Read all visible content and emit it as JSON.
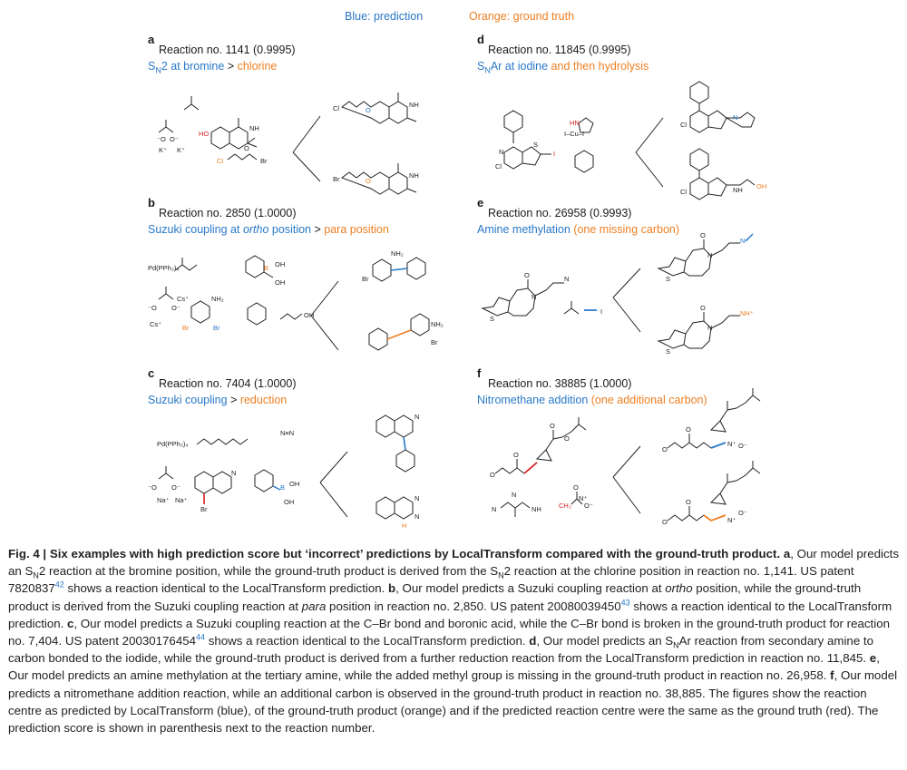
{
  "legend": {
    "prediction": "Blue: prediction",
    "truth": "Orange: ground truth"
  },
  "panels": {
    "a": {
      "letter": "a",
      "title": "Reaction no. 1141 (0.9995)",
      "pred": "at bromine",
      "sep": " > ",
      "truth": "chlorine"
    },
    "b": {
      "letter": "b",
      "title": "Reaction no. 2850 (1.0000)",
      "pred_pre": "Suzuki coupling at ",
      "pred_em": "ortho",
      "pred_post": " position",
      "sep": " > ",
      "truth": "para position"
    },
    "c": {
      "letter": "c",
      "title": "Reaction no. 7404 (1.0000)",
      "pred": "Suzuki coupling",
      "sep": " > ",
      "truth": "reduction"
    },
    "d": {
      "letter": "d",
      "title": "Reaction no. 11845 (0.9995)",
      "pred": "Ar at iodine",
      "truth": " and then hydrolysis"
    },
    "e": {
      "letter": "e",
      "title": "Reaction no. 26958 (0.9993)",
      "pred": "Amine methylation",
      "truth": " (one missing carbon)"
    },
    "f": {
      "letter": "f",
      "title": "Reaction no. 38885 (1.0000)",
      "pred": "Nitromethane addition",
      "truth": " (one additional carbon)"
    }
  },
  "chem": {
    "kplus": "K⁺",
    "naplus": "Na⁺",
    "csplus": "Cs⁺",
    "pd": "Pd(PPh₃)₄",
    "cl": "Cl",
    "br": "Br",
    "ho": "HO",
    "oh": "OH",
    "o": "O",
    "n": "N",
    "nh": "NH",
    "nh2": "NH₂",
    "i": "I",
    "cu": "I–Cu–I",
    "hn": "HN",
    "nplus": "N⁺",
    "nhplus": "NH⁺",
    "h": "H",
    "ch3": "CH₃",
    "s": "S",
    "nn": "N≡N",
    "b": "B",
    "ominus": "⁻O",
    "ominus2": "O⁻",
    "nplus2": "N⁺"
  },
  "caption": {
    "fig": "Fig. 4 | Six examples with high prediction score but ‘incorrect’ predictions by LocalTransform compared with the ground-truth product.",
    "a_label": "a",
    "a_text": ", Our model predicts an S",
    "a_text2": "2 reaction at the bromine position, while the ground-truth product is derived from the S",
    "a_text3": "2 reaction at the chlorine position in reaction no. 1,141. US patent 7820837",
    "a_ref": "42",
    "a_text4": " shows a reaction identical to the LocalTransform prediction. ",
    "b_label": "b",
    "b_text": ", Our model predicts a Suzuki coupling reaction at ",
    "b_em": "ortho",
    "b_text2": " position, while the ground-truth product is derived from the Suzuki coupling reaction at ",
    "b_em2": "para",
    "b_text3": " position in reaction no. 2,850. US patent 20080039450",
    "b_ref": "43",
    "b_text4": " shows a reaction identical to the LocalTransform prediction. ",
    "c_label": "c",
    "c_text": ", Our model predicts a Suzuki coupling reaction at the C–Br bond and boronic acid, while the C–Br bond is broken in the ground-truth product for reaction no. 7,404. US patent 20030176454",
    "c_ref": "44",
    "c_text2": " shows a reaction identical to the LocalTransform prediction. ",
    "d_label": "d",
    "d_text": ", Our model predicts an S",
    "d_text2": "Ar reaction from secondary amine to carbon bonded to the iodide, while the ground-truth product is derived from a further reduction reaction from the LocalTransform prediction in reaction no. 11,845. ",
    "e_label": "e",
    "e_text": ", Our model predicts an amine methylation at the tertiary amine, while the added methyl group is missing in the ground-truth product in reaction no. 26,958. ",
    "f_label": "f",
    "f_text": ", Our model predicts a nitromethane addition reaction, while an additional carbon is observed in the ground-truth product in reaction no. 38,885. The figures show the reaction centre as predicted by LocalTransform (blue), of the ground-truth product (orange) and if the predicted reaction centre were the same as the ground truth (red). The prediction score is shown in parenthesis next to the reaction number.",
    "sn": "S",
    "n_sub": "N"
  },
  "colors": {
    "prediction": "#2878c8",
    "truth": "#ee7f22",
    "same": "#d42020"
  }
}
